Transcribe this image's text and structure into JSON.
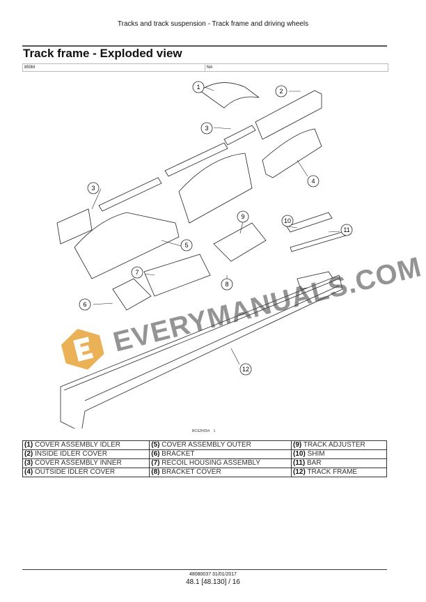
{
  "header": {
    "section": "Tracks and track suspension - Track frame and driving wheels"
  },
  "title": "Track frame - Exploded view",
  "model_row": {
    "model": "850M",
    "variant": "NA"
  },
  "figure": {
    "code": "BCS2H054",
    "number": "1",
    "callouts": [
      "1",
      "2",
      "3",
      "4",
      "3",
      "5",
      "9",
      "10",
      "11",
      "7",
      "8",
      "6",
      "12"
    ]
  },
  "watermark": "EVERYMANUALS.COM",
  "parts": [
    [
      {
        "n": "(1)",
        "t": "COVER ASSEMBLY IDLER"
      },
      {
        "n": "(5)",
        "t": "COVER ASSEMBLY OUTER"
      },
      {
        "n": "(9)",
        "t": "TRACK ADJUSTER"
      }
    ],
    [
      {
        "n": "(2)",
        "t": "INSIDE IDLER COVER"
      },
      {
        "n": "(6)",
        "t": "BRACKET"
      },
      {
        "n": "(10)",
        "t": "SHIM"
      }
    ],
    [
      {
        "n": "(3)",
        "t": "COVER ASSEMBLY INNER"
      },
      {
        "n": "(7)",
        "t": "RECOIL HOUSING ASSEMBLY"
      },
      {
        "n": "(11)",
        "t": "BAR"
      }
    ],
    [
      {
        "n": "(4)",
        "t": "OUTSIDE IDLER COVER"
      },
      {
        "n": "(8)",
        "t": "BRACKET COVER"
      },
      {
        "n": "(12)",
        "t": "TRACK FRAME"
      }
    ]
  ],
  "footer": {
    "doc": "48080037 31/01/2017",
    "page": "48.1 [48.130] / 16"
  }
}
